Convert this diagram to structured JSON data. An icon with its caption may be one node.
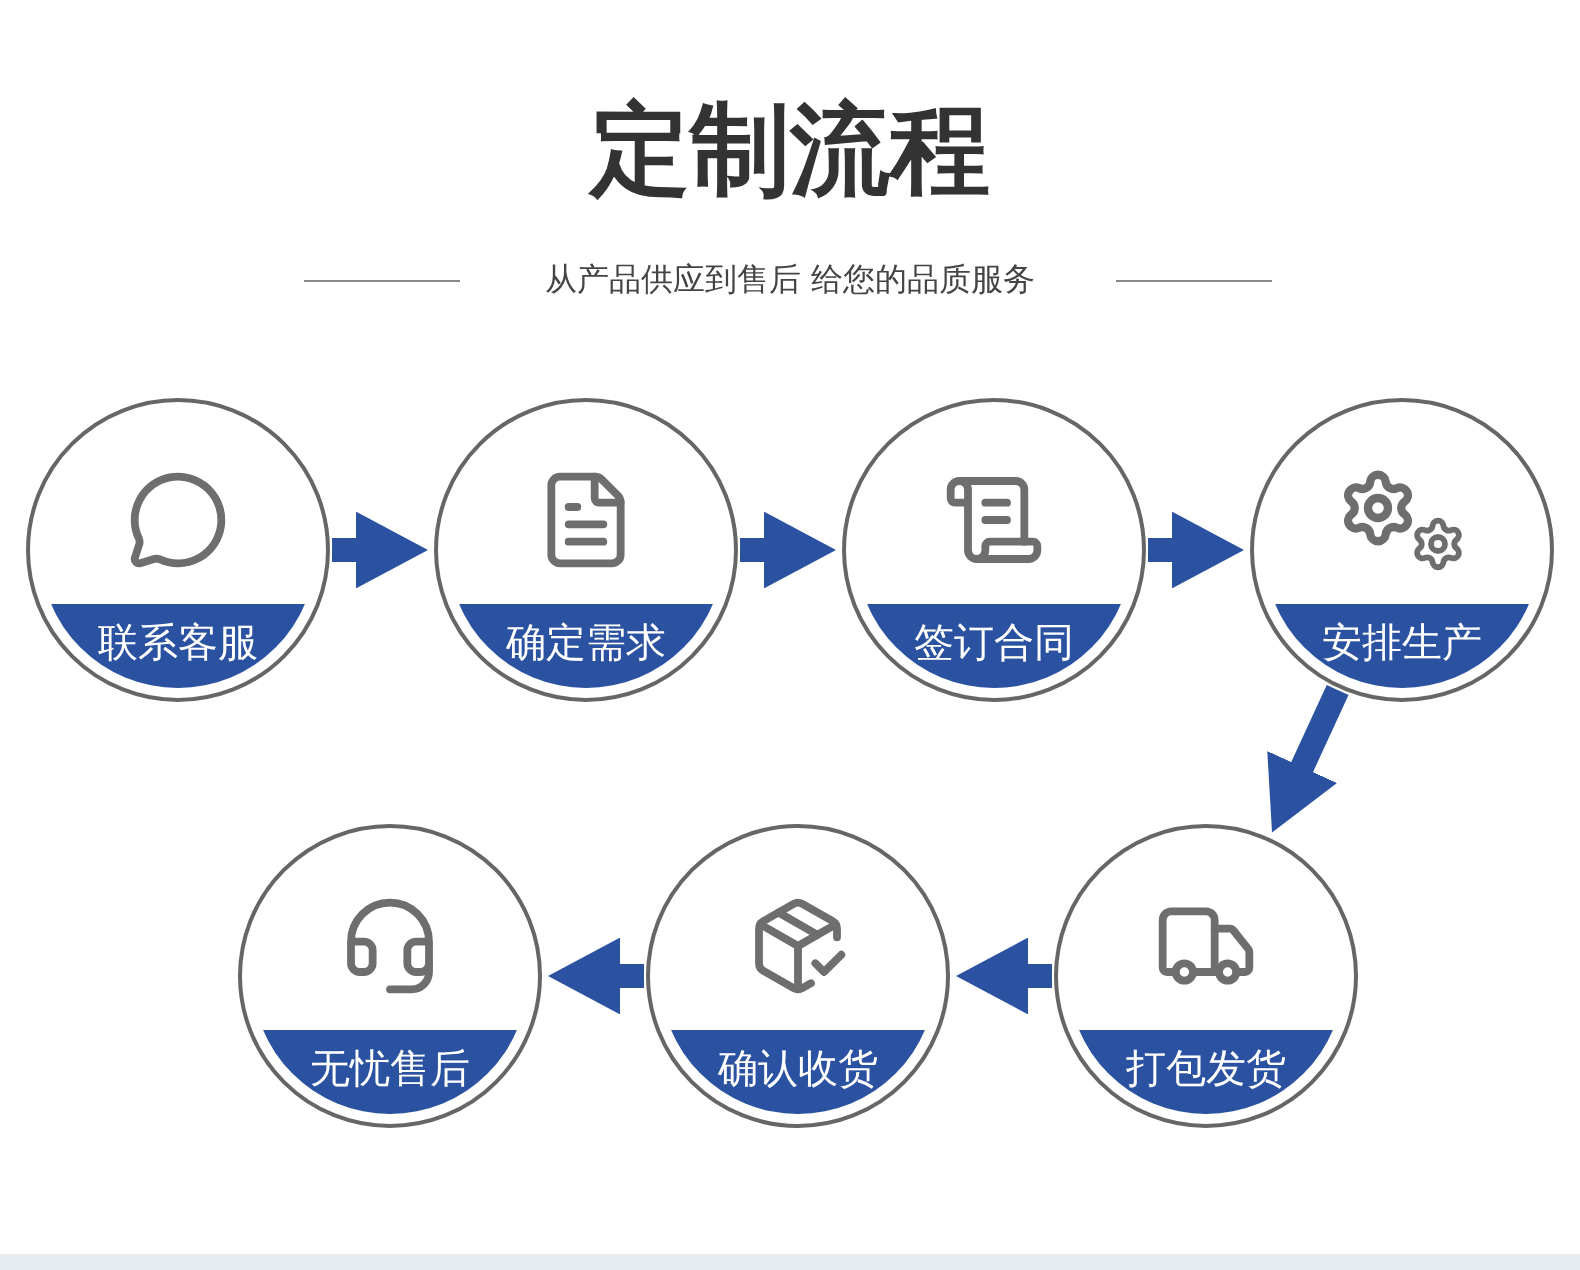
{
  "diagram": {
    "title": "定制流程",
    "caption": "从产品供应到售后 给您的品质服务",
    "nodes": [
      {
        "text": [
          "联系客服"
        ]
      },
      {
        "text": [
          "确定需求"
        ]
      },
      {
        "text": [
          "签订合同"
        ]
      },
      {
        "text": [
          "安排生产"
        ]
      },
      {
        "text": [
          "无忧售后"
        ]
      },
      {
        "text": [
          "确认收货"
        ]
      },
      {
        "text": [
          "打包发货"
        ]
      }
    ],
    "edges": [
      {
        "from": 0,
        "to": 1,
        "arrow": "to"
      },
      {
        "from": 1,
        "to": 2,
        "arrow": "to"
      },
      {
        "from": 2,
        "to": 3,
        "arrow": "to"
      },
      {
        "from": 3,
        "to": 6,
        "arrow": "to"
      },
      {
        "from": 6,
        "to": 5,
        "arrow": "to"
      },
      {
        "from": 5,
        "to": 4,
        "arrow": "to"
      }
    ]
  }
}
